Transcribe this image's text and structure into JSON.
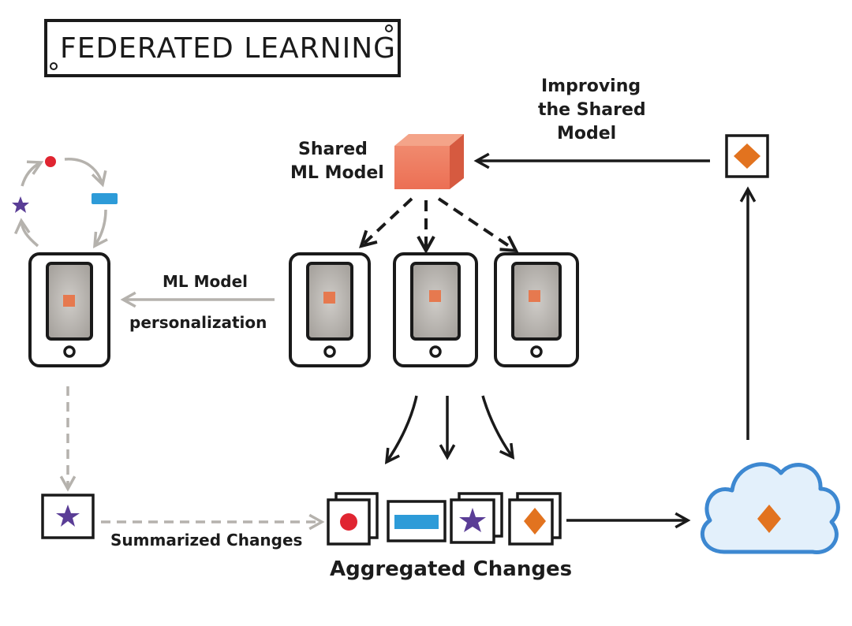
{
  "title": "FEDERATED LEARNING",
  "labels": {
    "shared_model_line1": "Shared",
    "shared_model_line2": "ML Model",
    "improving_line1": "Improving",
    "improving_line2": "the Shared",
    "improving_line3": "Model",
    "ml_model": "ML Model",
    "personalization": "personalization",
    "summarized_changes": "Summarized Changes",
    "aggregated_changes": "Aggregated Changes"
  },
  "colors": {
    "model_cube": "#ee7a5c",
    "red_dot": "#e02531",
    "blue_bar": "#2d9bd8",
    "purple_star": "#5a3d96",
    "orange_diamond": "#e2731f",
    "cloud_outline": "#3d88d1",
    "grey_arrow": "#b5b2ad"
  }
}
